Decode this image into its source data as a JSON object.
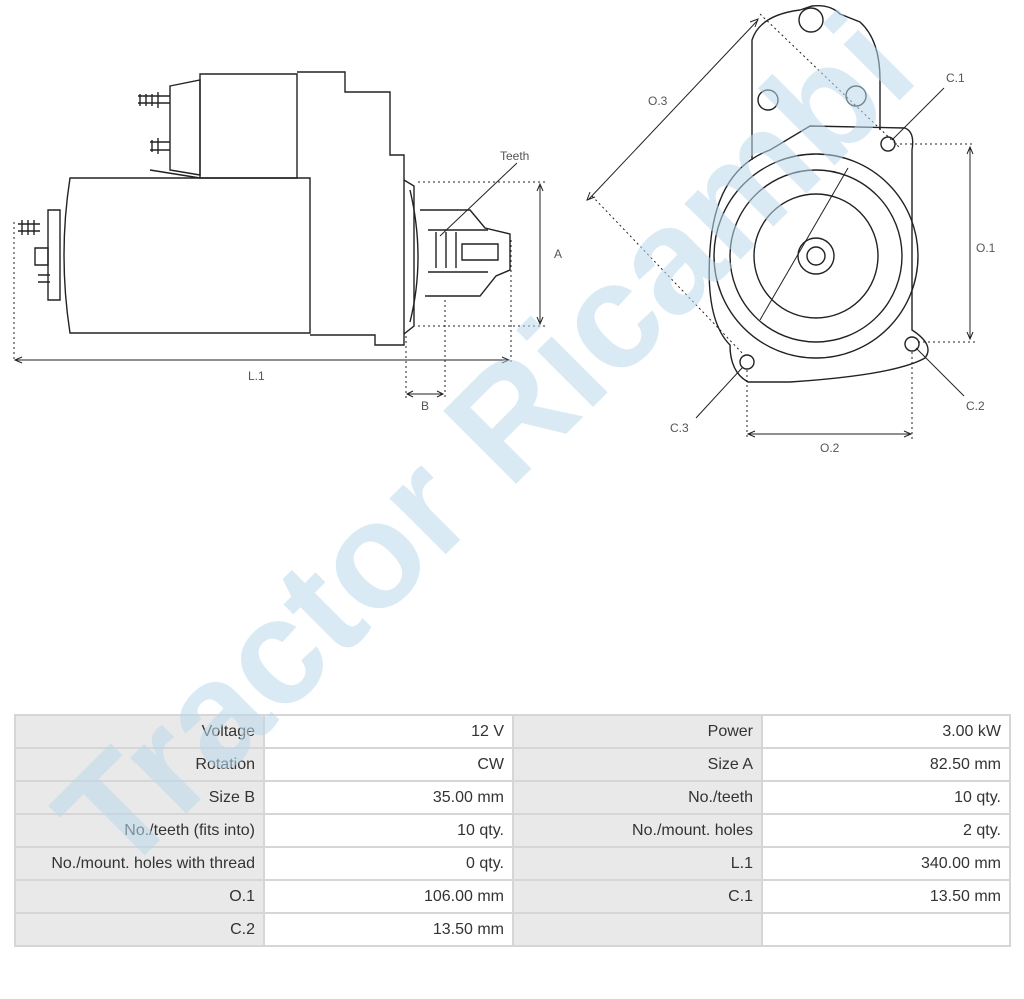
{
  "diagram": {
    "side_view": {
      "teeth_label": "Teeth",
      "dim_a": "A",
      "dim_b": "B",
      "dim_l1": "L.1"
    },
    "front_view": {
      "o1": "O.1",
      "o2": "O.2",
      "o3": "O.3",
      "c1": "C.1",
      "c2": "C.2",
      "c3": "C.3"
    },
    "watermark": "Tractor Ricambi"
  },
  "specs": [
    {
      "l1": "Voltage",
      "v1": "12 V",
      "l2": "Power",
      "v2": "3.00 kW"
    },
    {
      "l1": "Rotation",
      "v1": "CW",
      "l2": "Size A",
      "v2": "82.50 mm"
    },
    {
      "l1": "Size B",
      "v1": "35.00 mm",
      "l2": "No./teeth",
      "v2": "10 qty."
    },
    {
      "l1": "No./teeth (fits into)",
      "v1": "10 qty.",
      "l2": "No./mount. holes",
      "v2": "2 qty."
    },
    {
      "l1": "No./mount. holes with thread",
      "v1": "0 qty.",
      "l2": "L.1",
      "v2": "340.00 mm"
    },
    {
      "l1": "O.1",
      "v1": "106.00 mm",
      "l2": "C.1",
      "v2": "13.50 mm"
    },
    {
      "l1": "C.2",
      "v1": "13.50 mm",
      "l2": "",
      "v2": ""
    }
  ]
}
